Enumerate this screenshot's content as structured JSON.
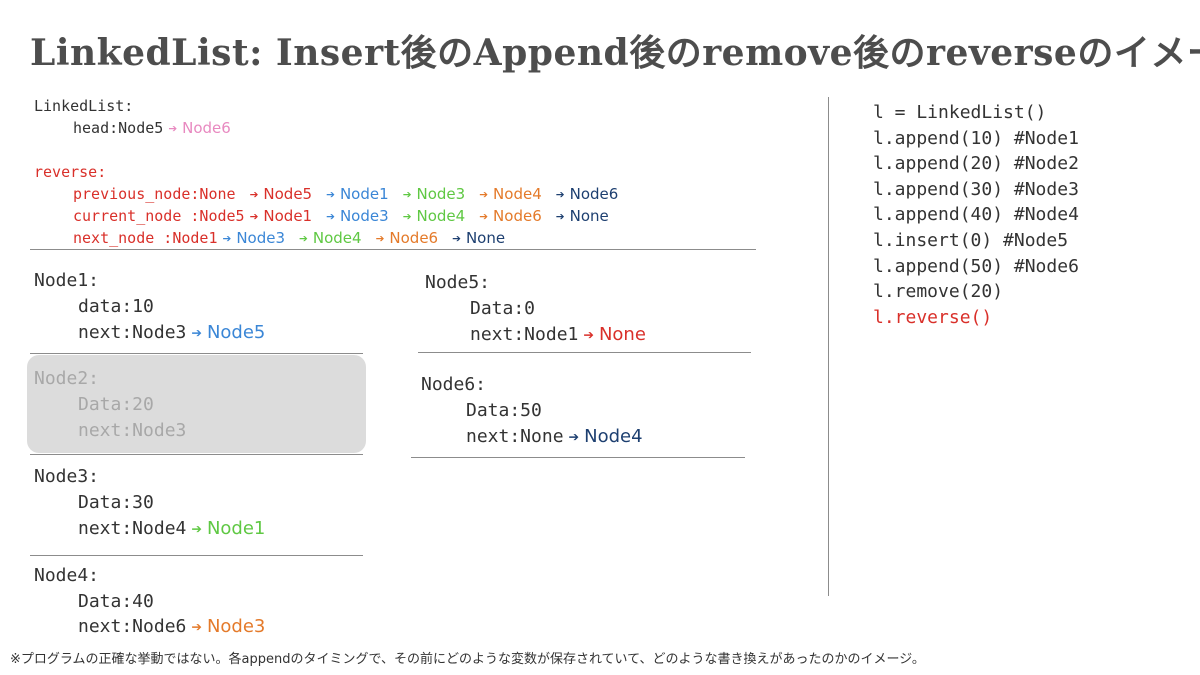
{
  "title": "LinkedList: Insert後のAppend後のremove後のreverseのイメージ",
  "colors": {
    "pink": "#e889c0",
    "red": "#d9302a",
    "blue": "#3a86d6",
    "green": "#5fc843",
    "orange": "#e47a2a",
    "navy": "#1d3f70",
    "removed_bg": "#dcdcdc"
  },
  "linkedlist": {
    "label": "LinkedList:",
    "head_label": "head:Node5",
    "head_new": "Node6"
  },
  "reverse": {
    "label": "reverse:",
    "previous": {
      "label": "previous_node:None",
      "steps": [
        "Node5",
        "Node1",
        "Node3",
        "Node4",
        "Node6"
      ]
    },
    "current": {
      "label": "current_node :Node5",
      "steps": [
        "Node1",
        "Node3",
        "Node4",
        "Node6",
        "None"
      ]
    },
    "next": {
      "label": "next_node    :Node1",
      "steps": [
        "Node3",
        "Node4",
        "Node6",
        "None"
      ]
    }
  },
  "nodes": {
    "node1": {
      "name": "Node1:",
      "data": "data:10",
      "next": "next:Node3",
      "new_next": "Node5"
    },
    "node2": {
      "name": "Node2:",
      "data": "Data:20",
      "next": "next:Node3"
    },
    "node3": {
      "name": "Node3:",
      "data": "Data:30",
      "next": "next:Node4",
      "new_next": "Node1"
    },
    "node4": {
      "name": "Node4:",
      "data": "Data:40",
      "next": "next:Node6",
      "new_next": "Node3"
    },
    "node5": {
      "name": "Node5:",
      "data": "Data:0",
      "next": "next:Node1",
      "new_next": "None"
    },
    "node6": {
      "name": "Node6:",
      "data": "Data:50",
      "next": "next:None",
      "new_next": "Node4"
    }
  },
  "code": [
    "l = LinkedList()",
    "l.append(10) #Node1",
    "l.append(20) #Node2",
    "l.append(30) #Node3",
    "l.append(40) #Node4",
    "l.insert(0)  #Node5",
    "l.append(50) #Node6",
    "l.remove(20)",
    "l.reverse()"
  ],
  "footnote": "※プログラムの正確な挙動ではない。各appendのタイミングで、その前にどのような変数が保存されていて、どのような書き換えがあったのかのイメージ。"
}
